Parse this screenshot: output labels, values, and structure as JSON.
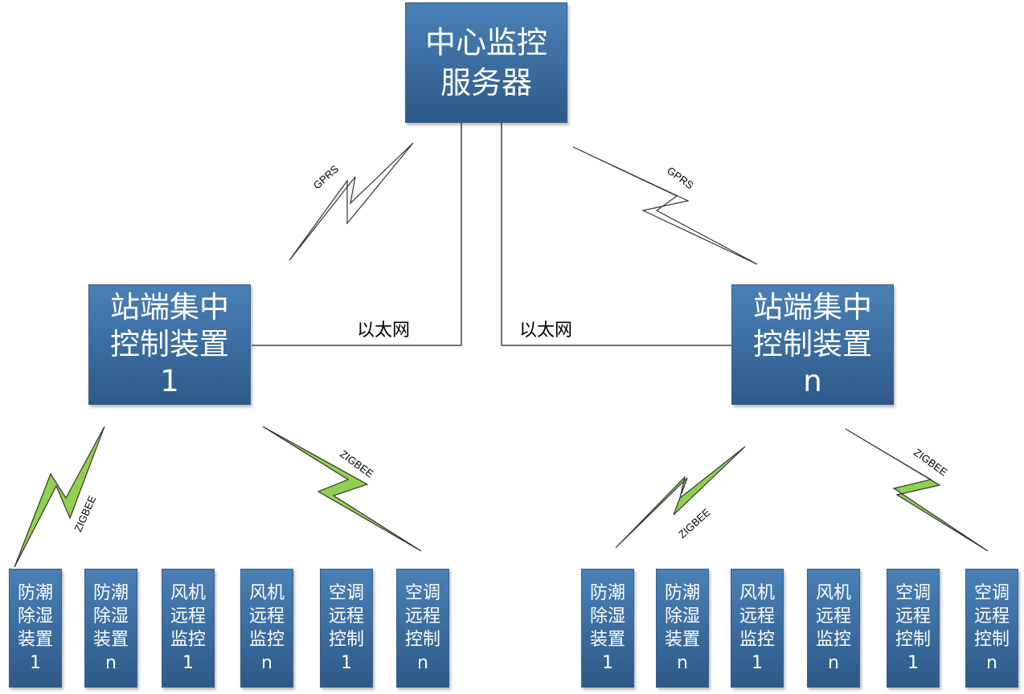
{
  "server": {
    "line1": "中心监控",
    "line2": "服务器"
  },
  "station_1": {
    "line1": "站端集中",
    "line2": "控制装置",
    "line3": "1"
  },
  "station_n": {
    "line1": "站端集中",
    "line2": "控制装置",
    "line3": "n"
  },
  "links": {
    "ethernet_left": "以太网",
    "ethernet_right": "以太网",
    "gprs_left": "GPRS",
    "gprs_right": "GPRS",
    "zigbee_1": "ZIGBEE",
    "zigbee_2": "ZIGBEE",
    "zigbee_3": "ZIGBEE",
    "zigbee_4": "ZIGBEE"
  },
  "devices_left": [
    {
      "l1": "防潮",
      "l2": "除湿",
      "l3": "装置",
      "l4": "1"
    },
    {
      "l1": "防潮",
      "l2": "除湿",
      "l3": "装置",
      "l4": "n"
    },
    {
      "l1": "风机",
      "l2": "远程",
      "l3": "监控",
      "l4": "1"
    },
    {
      "l1": "风机",
      "l2": "远程",
      "l3": "监控",
      "l4": "n"
    },
    {
      "l1": "空调",
      "l2": "远程",
      "l3": "控制",
      "l4": "1"
    },
    {
      "l1": "空调",
      "l2": "远程",
      "l3": "控制",
      "l4": "n"
    }
  ],
  "devices_right": [
    {
      "l1": "防潮",
      "l2": "除湿",
      "l3": "装置",
      "l4": "1"
    },
    {
      "l1": "防潮",
      "l2": "除湿",
      "l3": "装置",
      "l4": "n"
    },
    {
      "l1": "风机",
      "l2": "远程",
      "l3": "监控",
      "l4": "1"
    },
    {
      "l1": "风机",
      "l2": "远程",
      "l3": "监控",
      "l4": "n"
    },
    {
      "l1": "空调",
      "l2": "远程",
      "l3": "控制",
      "l4": "1"
    },
    {
      "l1": "空调",
      "l2": "远程",
      "l3": "控制",
      "l4": "n"
    }
  ],
  "colors": {
    "node_fill": "#3a6b9e",
    "zigbee_bolt": "#8fd14f",
    "gprs_bolt": "#ffffff"
  }
}
